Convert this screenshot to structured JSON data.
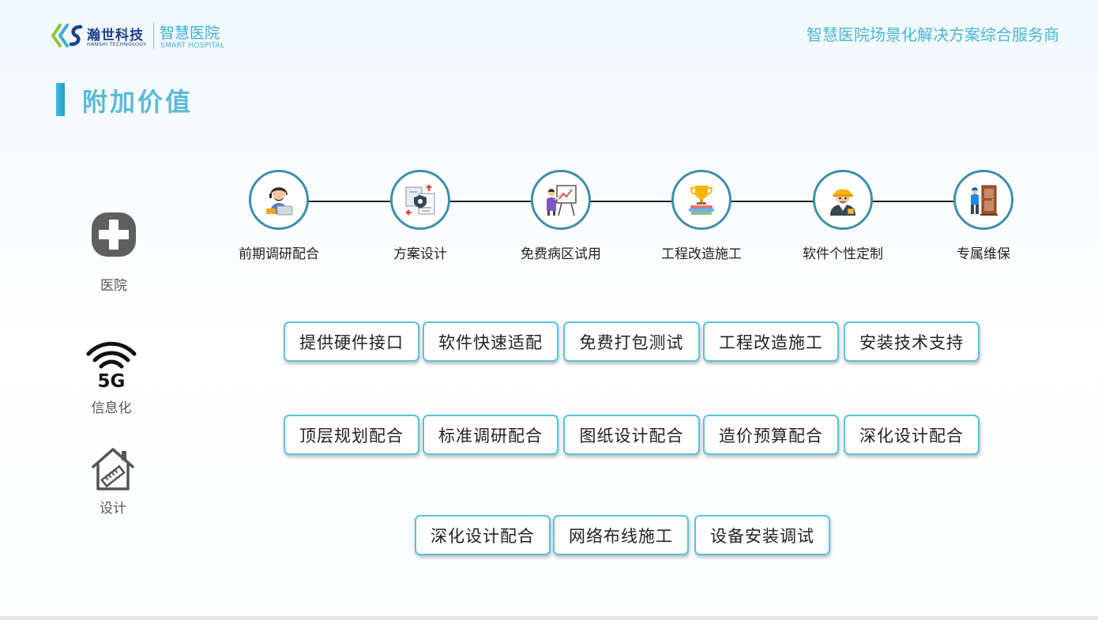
{
  "header": {
    "logo_cn": "瀚世科技",
    "logo_en": "HANSHI TECHNOLOGY",
    "logo_cn2": "智慧医院",
    "logo_en2": "SMART HOSPITAL",
    "slogan": "智慧医院场景化解决方案综合服务商"
  },
  "page_title": "附加价值",
  "sidebar": [
    {
      "label": "医院",
      "icon": "medical-cross-icon"
    },
    {
      "label": "信息化",
      "icon": "wifi-5g-icon",
      "badge": "5G"
    },
    {
      "label": "设计",
      "icon": "house-ruler-icon"
    }
  ],
  "steps": [
    {
      "label": "前期调研配合",
      "icon": "consultant-laptop-icon"
    },
    {
      "label": "方案设计",
      "icon": "documents-shield-icon"
    },
    {
      "label": "免费病区试用",
      "icon": "presenter-easel-icon"
    },
    {
      "label": "工程改造施工",
      "icon": "trophy-books-icon"
    },
    {
      "label": "软件个性定制",
      "icon": "worker-helmet-icon"
    },
    {
      "label": "专属维保",
      "icon": "door-worker-icon"
    }
  ],
  "tag_rows": [
    [
      "提供硬件接口",
      "软件快速适配",
      "免费打包测试",
      "工程改造施工",
      "安装技术支持"
    ],
    [
      "顶层规划配合",
      "标准调研配合",
      "图纸设计配合",
      "造价预算配合",
      "深化设计配合"
    ],
    [
      "深化设计配合",
      "网络布线施工",
      "设备安装调试"
    ]
  ],
  "colors": {
    "accent": "#4ab8d2",
    "title_bar": "#2aa7d4",
    "tag_border": "#58c3dd",
    "circle_border": "#3f8fa9",
    "brand_blue": "#1b3f8f",
    "brand_green": "#8cc63f"
  }
}
